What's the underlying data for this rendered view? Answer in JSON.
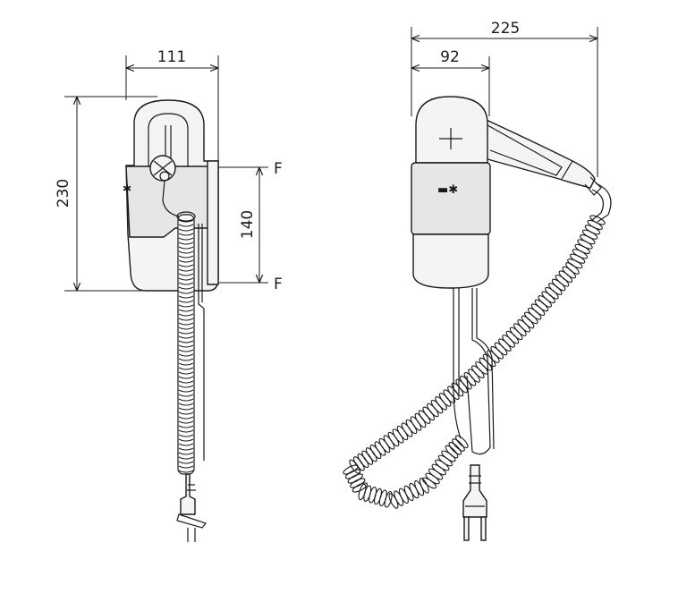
{
  "dimensions": {
    "side_width": "111",
    "side_height": "230",
    "mount_spacing": "140",
    "front_total_width": "225",
    "front_body_width": "92"
  },
  "fixing_labels": {
    "top": "F",
    "bottom": "F"
  },
  "colors": {
    "line": "#1a1a1a",
    "body": "#f4f4f4",
    "band": "#e6e6e6"
  }
}
